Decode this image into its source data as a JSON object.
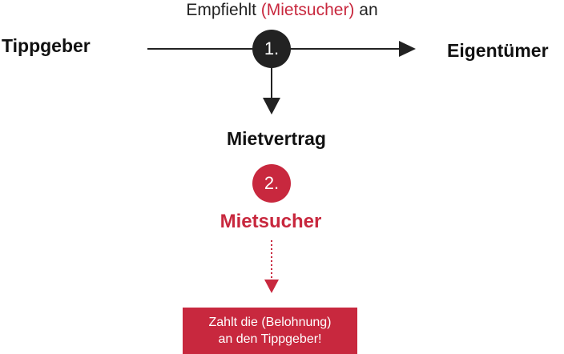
{
  "colors": {
    "accent": "#c8283e",
    "dark": "#222222"
  },
  "diagram": {
    "top_label": {
      "prefix": "Empfiehlt ",
      "highlight": "(Mietsucher)",
      "suffix": " an"
    },
    "left_node": "Tippgeber",
    "right_node": "Eigentümer",
    "step_1": "1.",
    "contract": "Mietvertrag",
    "step_2": "2.",
    "seeker": "Mietsucher",
    "payment_box": {
      "line_1": "Zahlt die (Belohnung)",
      "line_2": "an den Tippgeber!"
    }
  }
}
